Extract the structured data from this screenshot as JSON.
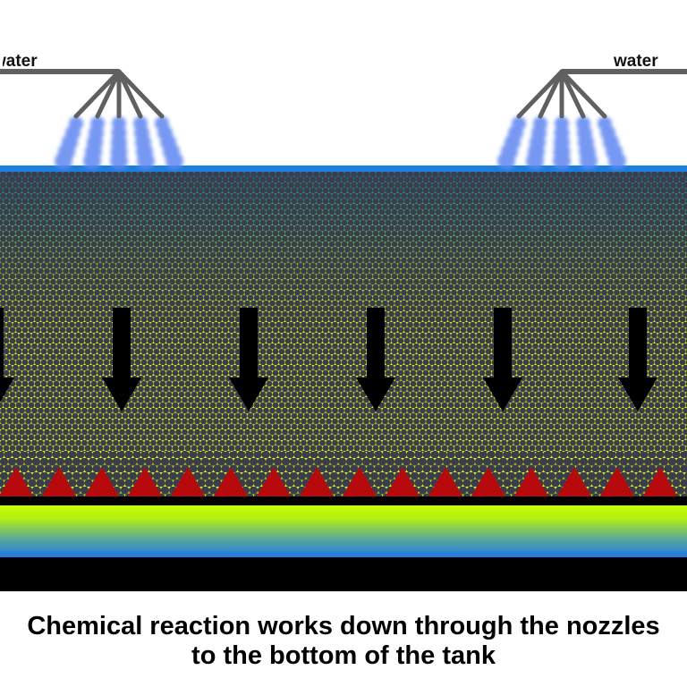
{
  "labels": {
    "water_left": "water",
    "water_right": "water"
  },
  "caption": {
    "line1": "Chemical reaction works down through the nozzles",
    "line1_visible": "emical reaction works down through the nozz",
    "line2": "to the bottom of the tank"
  },
  "colors": {
    "pipe": "#606060",
    "spray": "#5f86f0",
    "water_surface": "#1c7fe0",
    "media_dark": "#3b3d48",
    "media_yellow": "#d8f02a",
    "media_top": "#2a9a8a",
    "nozzle_triangle": "#b80a0a",
    "gradient_top": "#c8ff00",
    "gradient_bottom": "#1e78e6",
    "base": "#000000"
  },
  "icons": {
    "flow_arrow": "down-arrow-icon",
    "nozzle": "triangle-nozzle-icon",
    "sprayer": "spray-head-icon"
  },
  "arrow_count": 6,
  "nozzle_count": 16
}
